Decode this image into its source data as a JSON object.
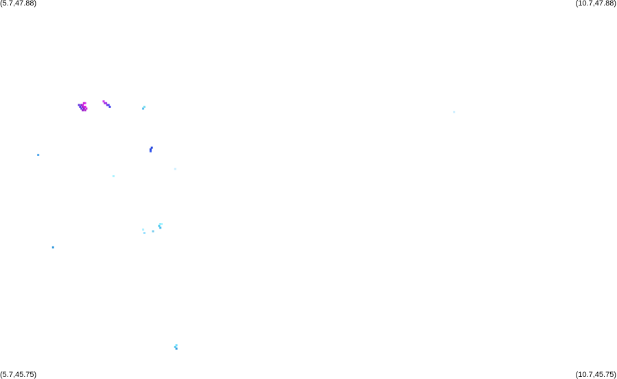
{
  "corners": {
    "top_left": "(5.7,47.88)",
    "top_right": "(10.7,47.88)",
    "bottom_left": "(5.7,45.75)",
    "bottom_right": "(10.7,45.75)"
  },
  "chart_data": {
    "type": "scatter",
    "xlim": [
      5.7,
      10.7
    ],
    "ylim": [
      45.75,
      47.88
    ],
    "grid": false,
    "points": [
      {
        "x": 6.34,
        "y": 47.29,
        "color": "#6633dd"
      },
      {
        "x": 6.35,
        "y": 47.28,
        "color": "#5533ee"
      },
      {
        "x": 6.36,
        "y": 47.29,
        "color": "#7722cc"
      },
      {
        "x": 6.37,
        "y": 47.29,
        "color": "#cc22dd"
      },
      {
        "x": 6.37,
        "y": 47.28,
        "color": "#9922cc"
      },
      {
        "x": 6.38,
        "y": 47.28,
        "color": "#cc22dd"
      },
      {
        "x": 6.38,
        "y": 47.27,
        "color": "#8822cc"
      },
      {
        "x": 6.39,
        "y": 47.28,
        "color": "#dd22dd"
      },
      {
        "x": 6.36,
        "y": 47.27,
        "color": "#6633dd"
      },
      {
        "x": 6.37,
        "y": 47.26,
        "color": "#9922cc"
      },
      {
        "x": 6.39,
        "y": 47.26,
        "color": "#aa22cc"
      },
      {
        "x": 6.4,
        "y": 47.27,
        "color": "#cc22dd"
      },
      {
        "x": 6.39,
        "y": 47.3,
        "color": "#dd33ee"
      },
      {
        "x": 6.38,
        "y": 47.3,
        "color": "#cc22dd"
      },
      {
        "x": 6.54,
        "y": 47.31,
        "color": "#cc33ee"
      },
      {
        "x": 6.55,
        "y": 47.3,
        "color": "#9933dd"
      },
      {
        "x": 6.56,
        "y": 47.3,
        "color": "#aa33ee"
      },
      {
        "x": 6.57,
        "y": 47.29,
        "color": "#7733dd"
      },
      {
        "x": 6.58,
        "y": 47.29,
        "color": "#5544ee"
      },
      {
        "x": 6.59,
        "y": 47.28,
        "color": "#4444ee"
      },
      {
        "x": 6.86,
        "y": 47.27,
        "color": "#55bbee"
      },
      {
        "x": 6.87,
        "y": 47.28,
        "color": "#77ddee"
      },
      {
        "x": 6.92,
        "y": 47.04,
        "color": "#2244dd"
      },
      {
        "x": 6.93,
        "y": 47.05,
        "color": "#2244dd"
      },
      {
        "x": 6.92,
        "y": 47.03,
        "color": "#3355ee"
      },
      {
        "x": 6.01,
        "y": 47.01,
        "color": "#55aaee"
      },
      {
        "x": 6.62,
        "y": 46.89,
        "color": "#aaf2ff"
      },
      {
        "x": 7.12,
        "y": 46.93,
        "color": "#cceeff"
      },
      {
        "x": 6.13,
        "y": 46.49,
        "color": "#3399dd"
      },
      {
        "x": 6.86,
        "y": 46.59,
        "color": "#aaeeff"
      },
      {
        "x": 6.87,
        "y": 46.57,
        "color": "#99e0ff"
      },
      {
        "x": 6.94,
        "y": 46.58,
        "color": "#77ccee"
      },
      {
        "x": 6.99,
        "y": 46.61,
        "color": "#55ccee"
      },
      {
        "x": 7.0,
        "y": 46.6,
        "color": "#44bbee"
      },
      {
        "x": 7.0,
        "y": 46.62,
        "color": "#88eeff"
      },
      {
        "x": 7.01,
        "y": 46.62,
        "color": "#aaf4ff"
      },
      {
        "x": 7.12,
        "y": 45.93,
        "color": "#55ccee"
      },
      {
        "x": 7.13,
        "y": 45.94,
        "color": "#66ddff"
      },
      {
        "x": 7.13,
        "y": 45.92,
        "color": "#3399dd"
      },
      {
        "x": 9.38,
        "y": 47.25,
        "color": "#cceeff"
      }
    ]
  }
}
